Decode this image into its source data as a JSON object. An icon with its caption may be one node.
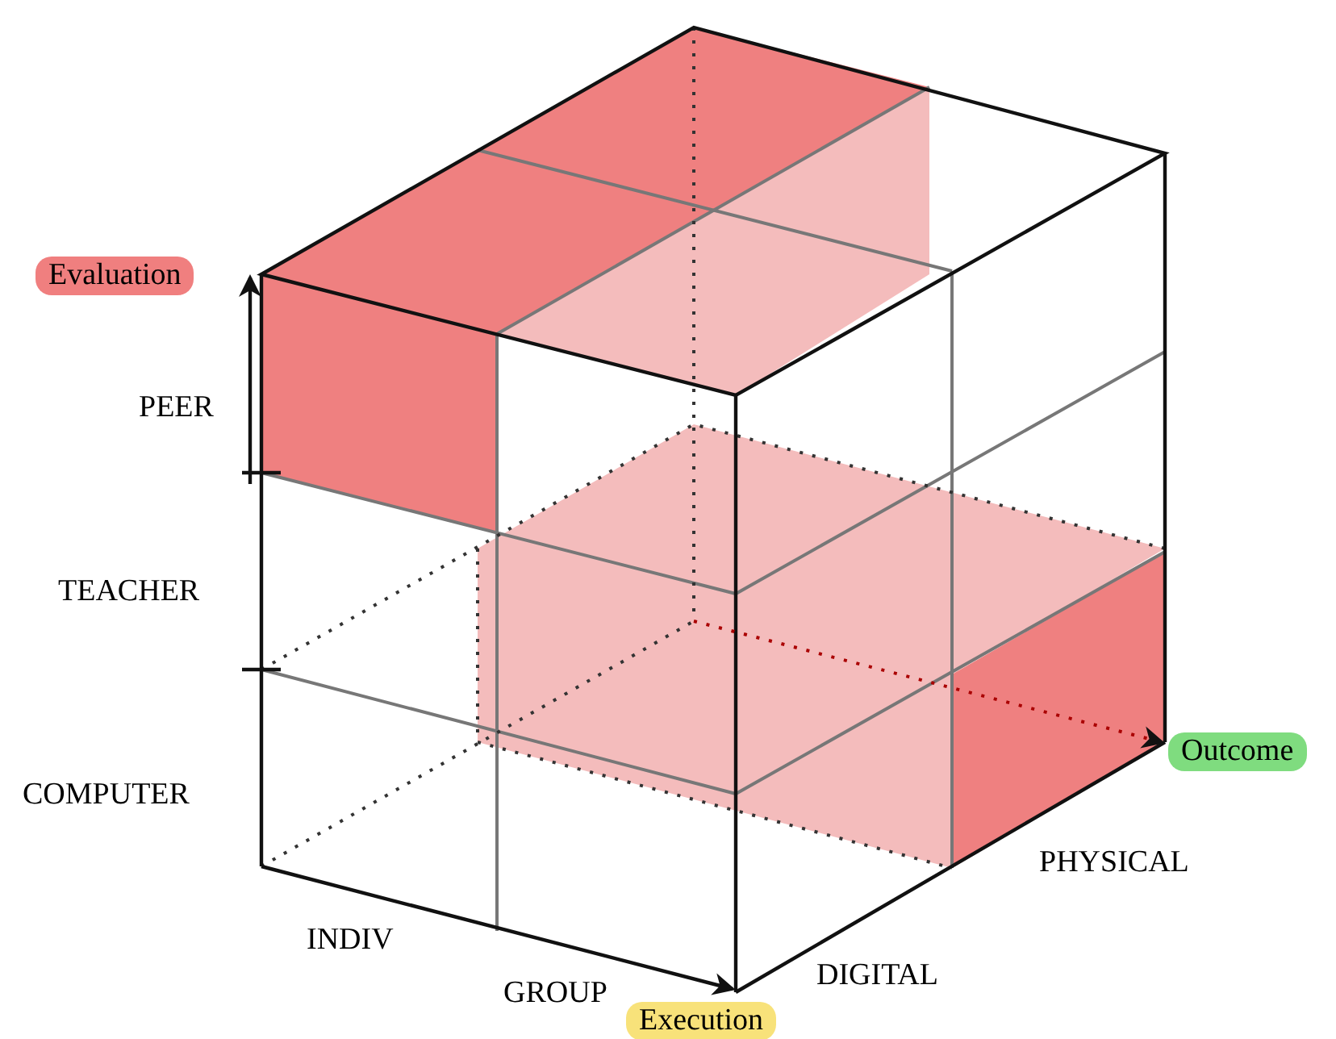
{
  "diagram": {
    "nodes": [
      {
        "text": [
          "Evaluation"
        ]
      },
      {
        "text": [
          "Outcome"
        ]
      },
      {
        "text": [
          "Execution"
        ]
      }
    ],
    "labels": [
      "PEER",
      "TEACHER",
      "COMPUTER",
      "INDIV",
      "GROUP",
      "DIGITAL",
      "PHYSICAL"
    ]
  }
}
